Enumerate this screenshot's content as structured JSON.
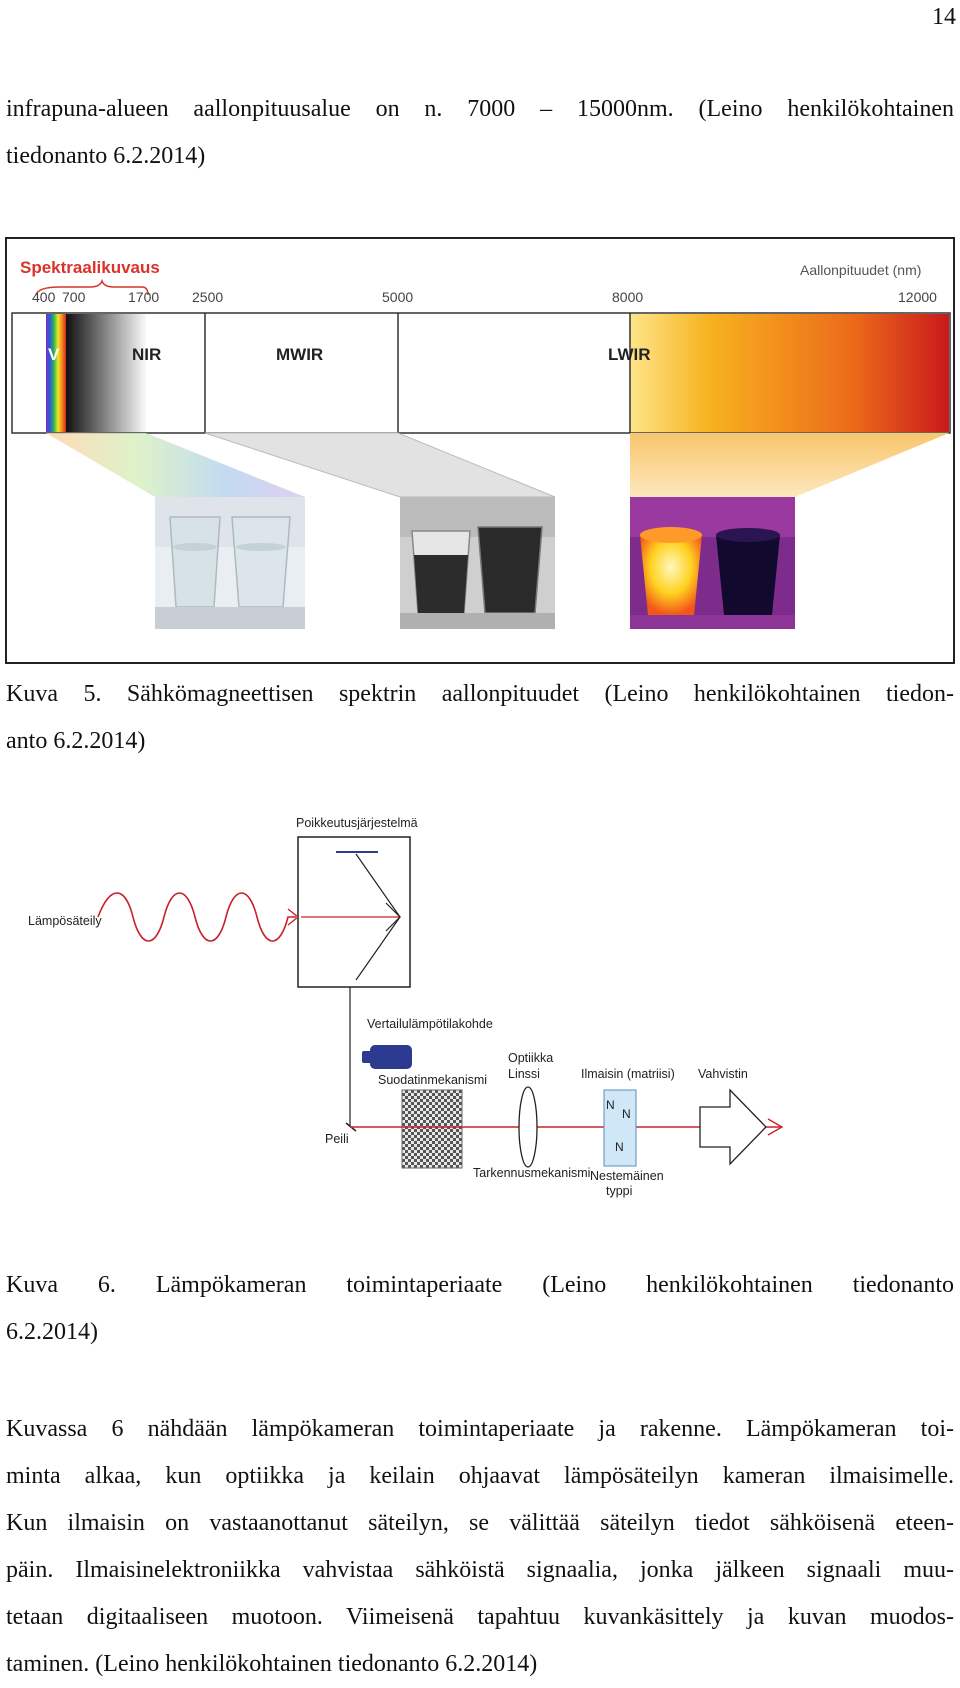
{
  "page_number": "14",
  "intro": {
    "line1": "infrapuna-alueen aallonpituusalue on n. 7000 – 15000nm. (Leino henkilökohtainen",
    "line2": "tiedonanto 6.2.2014)"
  },
  "figure5": {
    "spectral_label": "Spektraalikuvaus",
    "wavelength_title": "Aallonpituudet (nm)",
    "ticks": [
      "400",
      "700",
      "1700",
      "2500",
      "5000",
      "8000",
      "12000"
    ],
    "bands": [
      "V",
      "NIR",
      "MWIR",
      "LWIR"
    ]
  },
  "caption5": {
    "line1": "Kuva 5. Sähkömagneettisen spektrin aallonpituudet (Leino henkilökohtainen tiedon-",
    "line2": "anto 6.2.2014)"
  },
  "figure6": {
    "deflection_system": "Poikkeutusjärjestelmä",
    "heat_radiation": "Lämpösäteily",
    "reference_target": "Vertailulämpötilakohde",
    "filter_mechanism": "Suodatinmekanismi",
    "optics": "Optiikka",
    "lens": "Linssi",
    "detector": "Ilmaisin (matriisi)",
    "amplifier": "Vahvistin",
    "mirror": "Peili",
    "focus_mechanism": "Tarkennusmekanismi",
    "liquid_nitrogen_1": "Nestemäinen",
    "liquid_nitrogen_2": "typpi",
    "n_letter": "N"
  },
  "caption6": {
    "line1": "Kuva 6. Lämpökameran toimintaperiaate (Leino henkilökohtainen tiedonanto",
    "line2": "6.2.2014)"
  },
  "body": {
    "lines": [
      "Kuvassa 6 nähdään lämpökameran toimintaperiaate ja rakenne. Lämpökameran toi-",
      "minta alkaa, kun optiikka ja keilain ohjaavat lämpösäteilyn kameran ilmaisimelle.",
      "Kun ilmaisin on vastaanottanut säteilyn, se välittää säteilyn tiedot sähköisenä eteen-",
      "päin. Ilmaisinelektroniikka vahvistaa sähköistä signaalia, jonka jälkeen signaali muu-",
      "tetaan digitaaliseen muotoon. Viimeisenä tapahtuu kuvankäsittely ja kuvan muodos-",
      "taminen. (Leino henkilökohtainen tiedonanto 6.2.2014)"
    ]
  }
}
